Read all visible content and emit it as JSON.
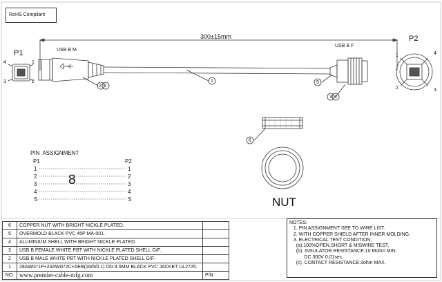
{
  "header": {
    "rohs": "RoHS Compliant"
  },
  "cable": {
    "length": "300±15mm",
    "left_connector": "USB B M",
    "right_connector": "USB B F",
    "left_label": "P1",
    "right_label": "P2"
  },
  "balloons": {
    "b1": "1",
    "b2": "2",
    "b3": "3",
    "b4": "4",
    "b5": "5",
    "b6": "6"
  },
  "pins": {
    "p1": "1",
    "p2": "2",
    "p3": "3",
    "p4": "4"
  },
  "pin_assignment": {
    "title": "PIN  ASSIGNMENT",
    "col_left": "P1",
    "col_right": "P2",
    "rows": [
      {
        "left": "1",
        "right": "1"
      },
      {
        "left": "2",
        "right": "2"
      },
      {
        "left": "3",
        "right": "3"
      },
      {
        "left": "4",
        "right": "4"
      },
      {
        "left": "S",
        "right": "S"
      }
    ],
    "twist_mark": "8"
  },
  "nut_label": "NUT",
  "bom": [
    {
      "no": "6",
      "desc": "COPPER  NUT WITH BRIGHT NICKLE PLATED."
    },
    {
      "no": "5",
      "desc": "OVERMOLD BLACK PVC 45P MA-001."
    },
    {
      "no": "4",
      "desc": "ALUMINIUM  SHELL WITH BRIGHT NICKLE PLATED."
    },
    {
      "no": "3",
      "desc": "USB B FEMALE  WHITE PBT WITH NICKLE PLATED SHELL G/F."
    },
    {
      "no": "2",
      "desc": "USB B MALE  WHITE PBT WITH NICKLE PLATED SHELL  G/F."
    },
    {
      "no": "1",
      "desc": "28AWG*1P+24AWG*2C+AEB(16/6/0.1) OD:4.5MM BLACK PVC JACKET UL2725."
    },
    {
      "no": "NO.",
      "desc": "www.premier-cable-mfg.com",
      "pn": "P/N"
    }
  ],
  "notes": {
    "title": "NOTES:",
    "lines": [
      "   1. PIN ASSIGNMENT SEE TO WIRE LIST.",
      "   2. WITH COPPER SHIELD AFTER INNER MOLDING.",
      "   3. ELECTRICAL TEST CONDITION;",
      "     (a).100%OPEN,SHORT & MISWIRE TEST,",
      "     (b). INSULATOR RESISTANCE:10 Mohm MIN.",
      "           DC 300V 0.01sec.",
      "     (c). CONTACT RESISTANCE:3ohm MAX."
    ]
  }
}
